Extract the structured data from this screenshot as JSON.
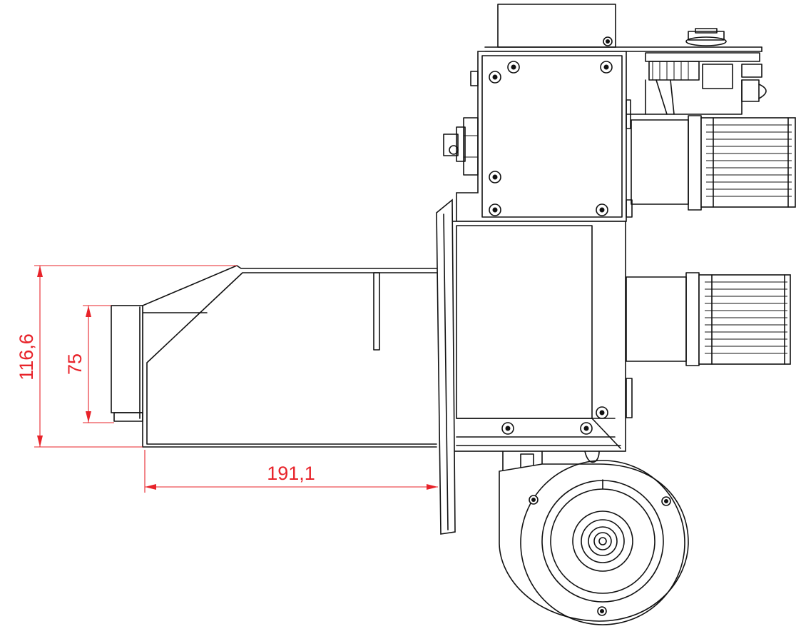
{
  "dimensions": {
    "total_height": "116,6",
    "inner_height": "75",
    "length": "191,1"
  },
  "colors": {
    "dimension": "#e8232a",
    "line": "#111111",
    "background": "#ffffff"
  }
}
